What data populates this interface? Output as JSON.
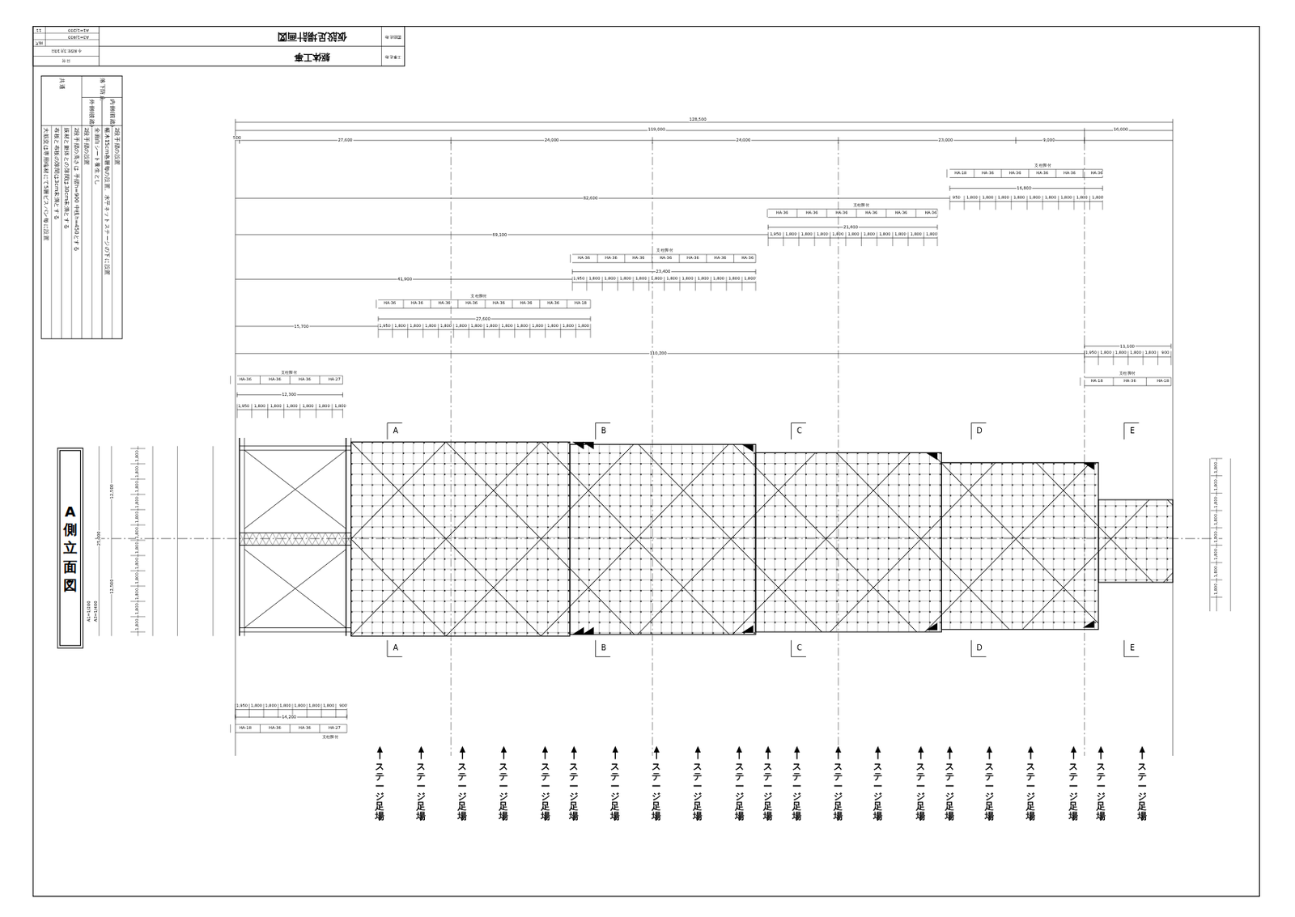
{
  "diagram": {
    "title": "A側 立面図",
    "labels": [
      "仮設足場計画図",
      "図面名称",
      "躯体工事",
      "工事名称",
      "11",
      "A1=1/200",
      "A3=1/400",
      "縮尺",
      "令和5年3月10日",
      "日付",
      "落下防止",
      "内側(前踏)",
      "2段手摺の設置",
      "幅木15cm各層毎の設置、水平ネットステージの下に設置",
      "外側(後踏)",
      "全面白シート養生とし",
      "2段手摺の設置",
      "共通",
      "2段手摺の高さは 手摺h=900 中桟h=450とする",
      "抜材と躯体との隙間は30cm未満とする",
      "布板と布板の隙間は3cm未満とする",
      "大筋交は専用端材にて5層ピスパン毎に設置",
      "128,500",
      "119,000",
      "16,000",
      "500",
      "27,600",
      "24,000",
      "24,000",
      "23,000",
      "9,000",
      "82,600",
      "16,800",
      "69,100",
      "21,400",
      "41,900",
      "23,400",
      "15,700",
      "27,600",
      "12,300",
      "110,200",
      "11,100",
      "14,200",
      "支柱脚付",
      "支柱脚付",
      "支柱脚付",
      "支柱脚付",
      "支柱脚付",
      "支柱脚付",
      "支柱脚付",
      "HA-18",
      "HA-36",
      "HA-36",
      "HA-36",
      "HA-36",
      "HA-36",
      "HA-36",
      "HA-36",
      "HA-36",
      "HA-36",
      "HA-36",
      "HA-36",
      "HA-36",
      "HA-36",
      "HA-36",
      "HA-36",
      "HA-36",
      "HA-36",
      "HA-36",
      "HA-36",
      "HA-36",
      "HA-36",
      "HA-36",
      "HA-36",
      "HA-36",
      "HA-36",
      "HA-18",
      "HA-36",
      "HA-36",
      "HA-36",
      "HA-27",
      "HA-18",
      "HA-36",
      "HA-18",
      "HA-18",
      "HA-36",
      "HA-36",
      "HA-27",
      "950",
      "1,800",
      "1,800",
      "1,800",
      "1,800",
      "1,800",
      "1,800",
      "1,800",
      "1,800",
      "1,800",
      "1,950",
      "1,800",
      "1,800",
      "1,800",
      "1,800",
      "1,800",
      "1,800",
      "1,800",
      "1,800",
      "1,800",
      "1,800",
      "1,950",
      "1,800",
      "1,800",
      "1,800",
      "1,800",
      "1,800",
      "1,800",
      "1,800",
      "1,800",
      "1,800",
      "1,800",
      "1,800",
      "1,950",
      "1,800",
      "1,800",
      "1,800",
      "1,800",
      "1,800",
      "1,800",
      "1,800",
      "1,800",
      "1,800",
      "1,800",
      "1,800",
      "1,800",
      "1,800",
      "1,950",
      "1,800",
      "1,800",
      "1,800",
      "1,800",
      "1,800",
      "1,800",
      "1,950",
      "1,800",
      "1,800",
      "1,800",
      "1,800",
      "900",
      "1,950",
      "1,800",
      "1,800",
      "1,800",
      "1,800",
      "1,800",
      "1,800",
      "900",
      "A",
      "A",
      "B",
      "B",
      "C",
      "C",
      "D",
      "D",
      "E",
      "E",
      "12,500",
      "12,500",
      "25,000",
      "1,800",
      "1,800",
      "1,800",
      "1,800",
      "1,800",
      "1,800",
      "1,800",
      "1,800",
      "1,800",
      "1,800",
      "1,800",
      "1,800",
      "1,800",
      "1,800",
      "1,800",
      "1,800",
      "1,800",
      "1,800",
      "1,800",
      "1,800",
      "A1=1/200",
      "A3=1/400",
      "ステージ足場",
      "ステージ足場",
      "ステージ足場",
      "ステージ足場",
      "ステージ足場",
      "ステージ足場",
      "ステージ足場",
      "ステージ足場",
      "ステージ足場",
      "ステージ足場",
      "ステージ足場",
      "ステージ足場",
      "ステージ足場",
      "ステージ足場",
      "ステージ足場",
      "ステージ足場",
      "ステージ足場",
      "ステージ足場",
      "ステージ足場",
      "ステージ足場",
      "ステージ足場"
    ]
  }
}
